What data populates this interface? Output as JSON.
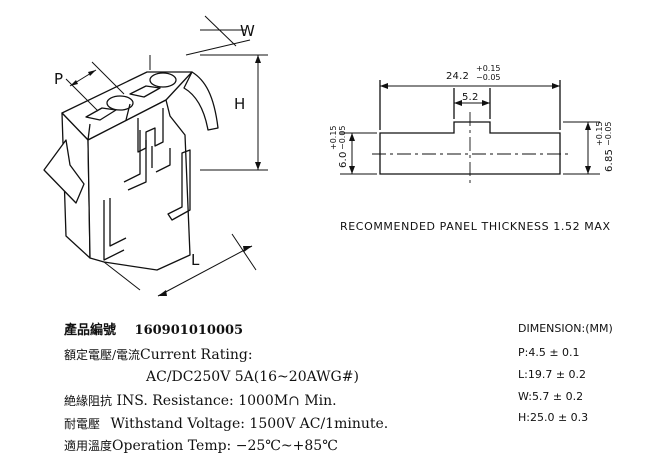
{
  "drawing": {
    "connector_labels": {
      "pitch": "P",
      "width": "W",
      "height": "H",
      "length": "L"
    },
    "panel_cutout": {
      "overall_width": "24.2",
      "overall_width_tol_plus": "+0.15",
      "overall_width_tol_minus": "−0.05",
      "notch_width": "5.2",
      "left_height": "6.0",
      "left_height_tol_plus": "+0.15",
      "left_height_tol_minus": "−0.05",
      "right_height": "6.85",
      "right_height_tol_plus": "+0.15",
      "right_height_tol_minus": "−0.05",
      "note": "RECOMMENDED PANEL THICKNESS 1.52 MAX"
    }
  },
  "specs": {
    "part_label": "產品編號",
    "part_number": "160901010005",
    "rating_label": "額定電壓/電流",
    "rating_en": "Current  Rating:",
    "rating_value": "AC/DC250V  5A(16~20AWG#)",
    "ins_label": "絶緣阻抗",
    "ins_value": "INS. Resistance: 1000M∩ Min.",
    "withstand_label": "耐電壓",
    "withstand_value": "Withstand  Voltage: 1500V  AC/1minute.",
    "temp_label": "適用溫度",
    "temp_value": "Operation  Temp: −25℃~+85℃"
  },
  "dimension_table": {
    "title": "DIMENSION:(MM)",
    "rows": [
      "P:4.5 ± 0.1",
      "L:19.7 ± 0.2",
      "W:5.7 ± 0.2",
      "H:25.0 ± 0.3"
    ]
  }
}
